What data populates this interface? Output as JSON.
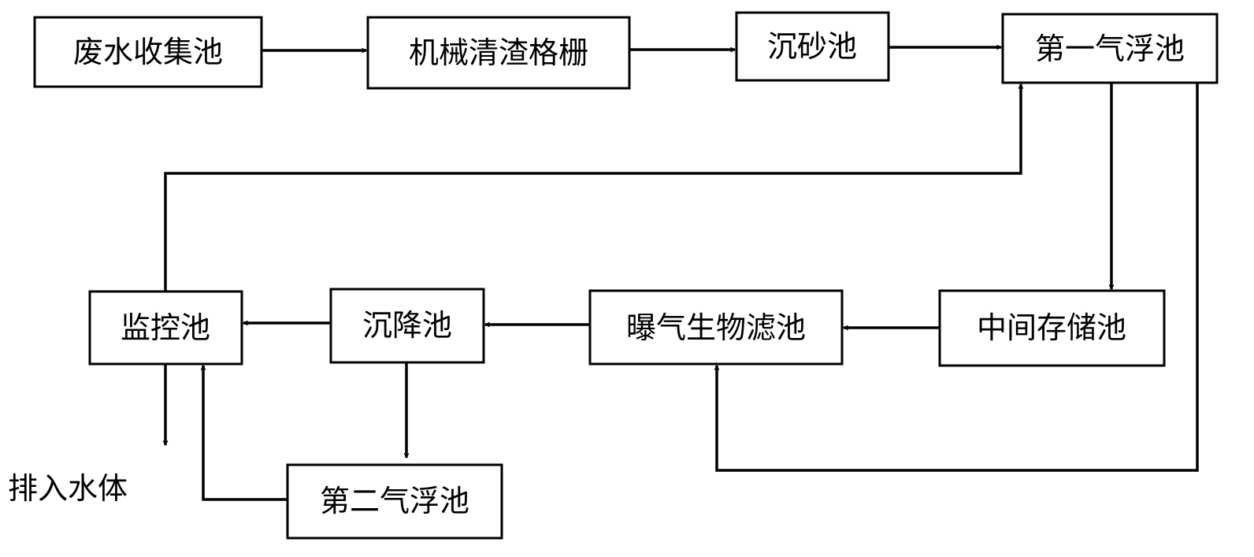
{
  "nodes": {
    "wastewater_collection": "废水收集池",
    "mechanical_screen": "机械清渣格栅",
    "grit_chamber": "沉砂池",
    "first_flotation": "第一气浮池",
    "intermediate_storage": "中间存储池",
    "aerated_biofilter": "曝气生物滤池",
    "sedimentation": "沉降池",
    "monitoring": "监控池",
    "second_flotation": "第二气浮池"
  },
  "outlet_label": "排入水体",
  "colors": {
    "stroke": "#000000",
    "background": "#ffffff"
  }
}
